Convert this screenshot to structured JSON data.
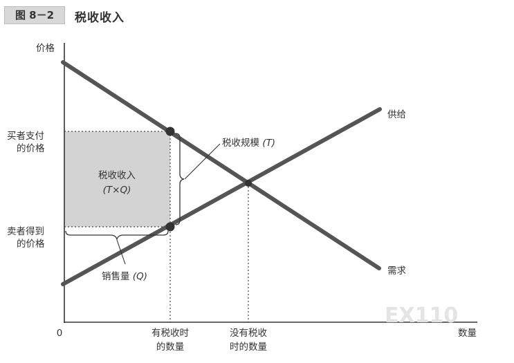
{
  "figure": {
    "number": "图 8－2",
    "title": "税收收入"
  },
  "axes": {
    "y_label": "价格",
    "x_label": "数量",
    "origin": "0"
  },
  "curves": {
    "supply": "供给",
    "demand": "需求"
  },
  "price_labels": {
    "buyer_line1": "买者支付",
    "buyer_line2": "的价格",
    "seller_line1": "卖者得到",
    "seller_line2": "的价格"
  },
  "quantity_labels": {
    "with_tax_line1": "有税收时",
    "with_tax_line2": "的数量",
    "without_tax_line1": "没有税收",
    "without_tax_line2": "时的数量"
  },
  "area": {
    "line1": "税收收入",
    "line2": "(T×Q)"
  },
  "annotations": {
    "tax_size_text": "税收规模 ",
    "tax_size_symbol": "(T)",
    "quantity_sold_text": "销售量 ",
    "quantity_sold_symbol": "(Q)"
  },
  "watermark": "EX110"
}
